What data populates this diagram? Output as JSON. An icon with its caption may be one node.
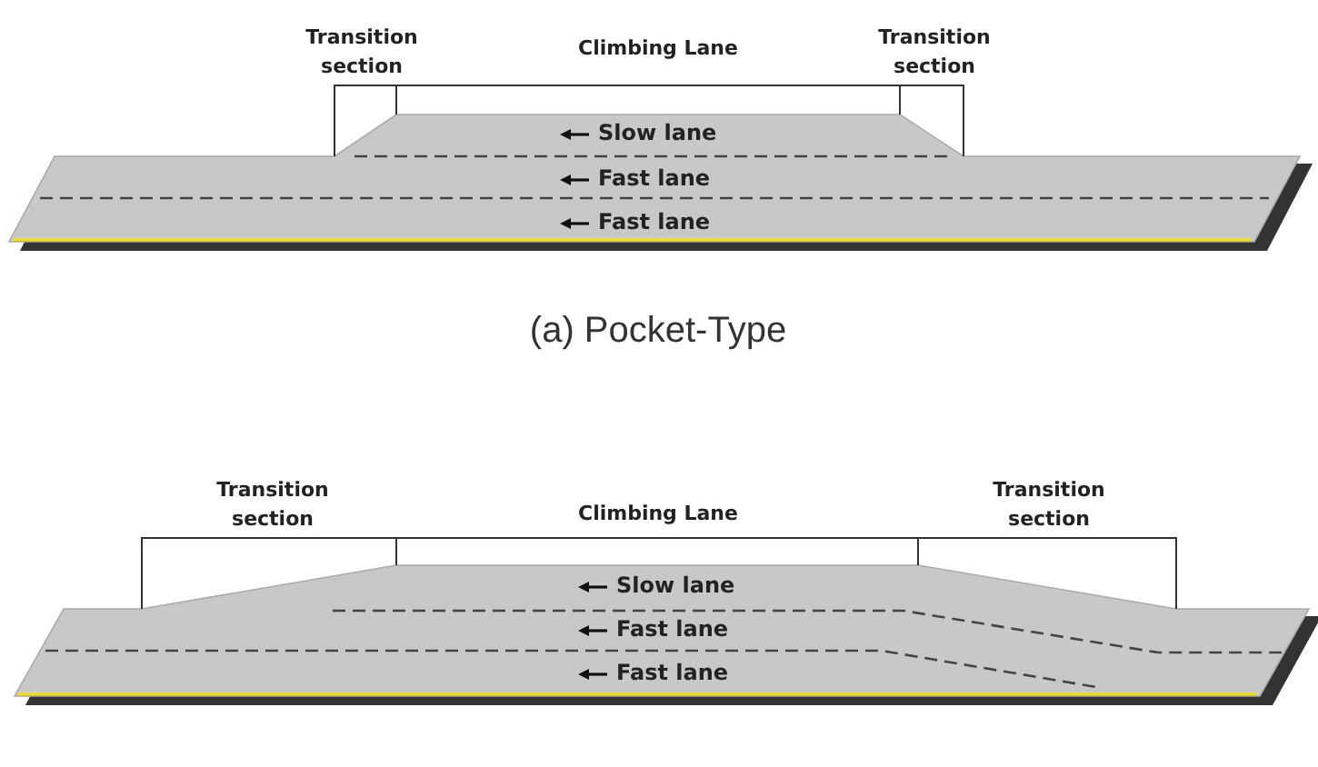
{
  "diagram": {
    "labels": [
      "Transition section",
      "Climbing Lane",
      "Transition section",
      "Slow lane",
      "Fast lane",
      "Fast lane",
      "(a) Pocket-Type",
      "Transition section",
      "Climbing Lane",
      "Transition section",
      "Slow lane",
      "Fast lane",
      "Fast lane"
    ]
  }
}
